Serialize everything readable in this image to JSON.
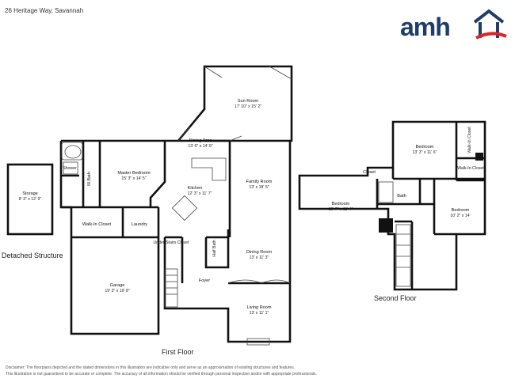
{
  "header": {
    "address": "26 Heritage Way, Savannah"
  },
  "logo": {
    "text": "amh",
    "brand_color": "#1f3d6b",
    "accent_color": "#d7262c"
  },
  "captions": {
    "detached": "Detached Structure",
    "first_floor": "First Floor",
    "second_floor": "Second Floor"
  },
  "rooms": {
    "storage": {
      "name": "Storage",
      "dims": "8' 3\" x 12' 9\""
    },
    "master_bedroom": {
      "name": "Master Bedroom",
      "dims": "15' 3\" x 14' 5\""
    },
    "mbath": {
      "name": "M.Bath"
    },
    "shower": {
      "name": "Shower"
    },
    "walkin_closet": {
      "name": "Walk-In Closet"
    },
    "laundry": {
      "name": "Laundry"
    },
    "under_stairs": {
      "name": "Under Stairs Closet"
    },
    "garage": {
      "name": "Garage",
      "dims": "19' 3\" x 19' 8\""
    },
    "sun_room": {
      "name": "Sun Room",
      "dims": "17' 10\" x 15' 2\""
    },
    "dining_area": {
      "name": "Dining Area",
      "dims": "13' 6\" x 14' 9\""
    },
    "kitchen": {
      "name": "Kitchen",
      "dims": "12' 3\" x 11' 7\""
    },
    "family_room": {
      "name": "Family Room",
      "dims": "13' x 18' 5\""
    },
    "half_bath": {
      "name": "Half Bath"
    },
    "dining_room": {
      "name": "Dining Room",
      "dims": "13' x 11' 3\""
    },
    "foyer": {
      "name": "Foyer"
    },
    "living_room": {
      "name": "Living Room",
      "dims": "13' x 11' 1\""
    },
    "bedroom_a": {
      "name": "Bedroom",
      "dims": "13' 3\" x 11' 6\""
    },
    "walkin_closet_2": {
      "name": "Walk-In Closet"
    },
    "walkin_closet_3": {
      "name": "Walk-In Closet"
    },
    "closet": {
      "name": "Closet"
    },
    "bedroom_b": {
      "name": "Bedroom",
      "dims": "19' 7\" x 11' 4\""
    },
    "bath": {
      "name": "Bath"
    },
    "bedroom_c": {
      "name": "Bedroom",
      "dims": "10' 2\" x 14'"
    }
  },
  "disclaimer": {
    "line1": "Disclaimer: The floorplans depicted and the stated dimensions in this illustration are indicative only and serve as an approximation of existing structures and features.",
    "line2": "This illustration is not guaranteed to be accurate or complete. The accuracy of all information should be verified through personal inspection and/or with appropriate professionals."
  }
}
